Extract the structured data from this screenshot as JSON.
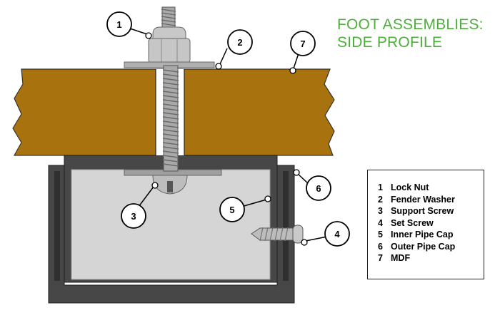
{
  "title": {
    "line1": "FOOT ASSEMBLIES:",
    "line2": "SIDE PROFILE",
    "color": "#4caf3a"
  },
  "callouts": [
    {
      "number": "1"
    },
    {
      "number": "2"
    },
    {
      "number": "3"
    },
    {
      "number": "4"
    },
    {
      "number": "5"
    },
    {
      "number": "6"
    },
    {
      "number": "7"
    }
  ],
  "legend": {
    "items": [
      {
        "number": "1",
        "label": "Lock Nut"
      },
      {
        "number": "2",
        "label": "Fender Washer"
      },
      {
        "number": "3",
        "label": "Support Screw"
      },
      {
        "number": "4",
        "label": "Set Screw"
      },
      {
        "number": "5",
        "label": "Inner Pipe Cap"
      },
      {
        "number": "6",
        "label": "Outer Pipe Cap"
      },
      {
        "number": "7",
        "label": "MDF"
      }
    ]
  },
  "colors": {
    "mdf": "#a8720f",
    "outer_cap": "#474747",
    "inner_cap": "#d5d5d5",
    "metal": "#b5b5b5"
  }
}
